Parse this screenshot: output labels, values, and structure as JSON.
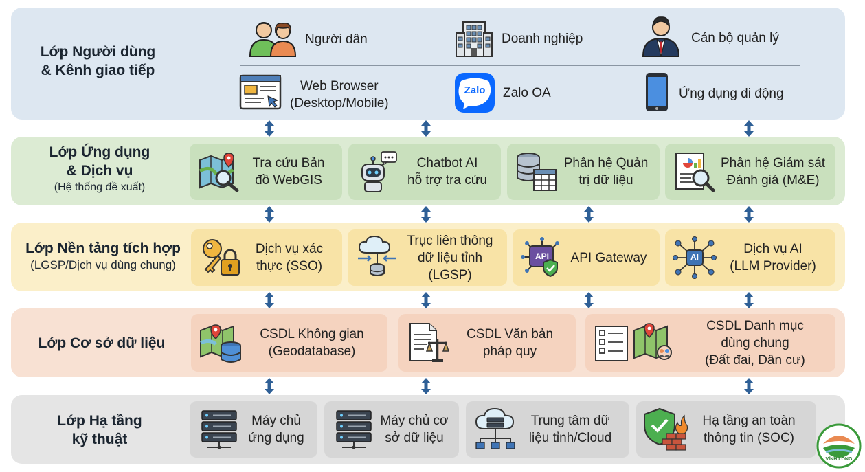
{
  "layers": {
    "user": {
      "title": "Lớp Người dùng\n& Kênh giao tiếp",
      "users": [
        "Người dân",
        "Doanh nghiệp",
        "Cán bộ quản lý"
      ],
      "channels": [
        "Web Browser\n(Desktop/Mobile)",
        "Zalo OA",
        "Ứng dụng di động"
      ],
      "zalo_logo_text": "Zalo"
    },
    "app": {
      "title": "Lớp Ứng dụng\n& Dịch vụ",
      "subtitle": "(Hệ thống đề xuất)",
      "cards": [
        "Tra cứu Bản\nđồ WebGIS",
        "Chatbot AI\nhỗ trợ tra cứu",
        "Phân hệ Quản\ntrị dữ liệu",
        "Phân hệ Giám sát\nĐánh giá (M&E)"
      ]
    },
    "platform": {
      "title": "Lớp Nền tảng tích hợp",
      "subtitle": "(LGSP/Dịch vụ dùng chung)",
      "cards": [
        "Dịch vụ xác\nthực (SSO)",
        "Trục liên thông\ndữ liệu tỉnh (LGSP)",
        "API Gateway",
        "Dịch vụ AI\n(LLM Provider)"
      ],
      "api_icon_text": "API",
      "ai_icon_text": "AI"
    },
    "data": {
      "title": "Lớp Cơ sở dữ liệu",
      "cards": [
        "CSDL Không gian\n(Geodatabase)",
        "CSDL Văn bản\npháp quy",
        "CSDL Danh mục\ndùng chung\n(Đất đai, Dân cư)"
      ]
    },
    "infra": {
      "title": "Lớp Hạ tầng\nkỹ thuật",
      "cards": [
        "Máy chủ\nứng dụng",
        "Máy chủ cơ\nsở dữ liệu",
        "Trung tâm dữ\nliệu tỉnh/Cloud",
        "Hạ tầng an toàn\nthông tin (SOC)"
      ]
    }
  },
  "logo_text": "VĨNH LONG",
  "colors": {
    "user_band": "#dde7f1",
    "user_line": "#8a96a3",
    "app_band": "#dcebd3",
    "app_card": "#c9e0bd",
    "platform_band": "#fbefc9",
    "platform_card": "#f8e3a6",
    "data_band": "#f8e1d3",
    "data_card": "#f5d3bf",
    "infra_band": "#e5e5e5",
    "infra_card": "#d6d6d6",
    "arrow": "#2e5f96"
  }
}
